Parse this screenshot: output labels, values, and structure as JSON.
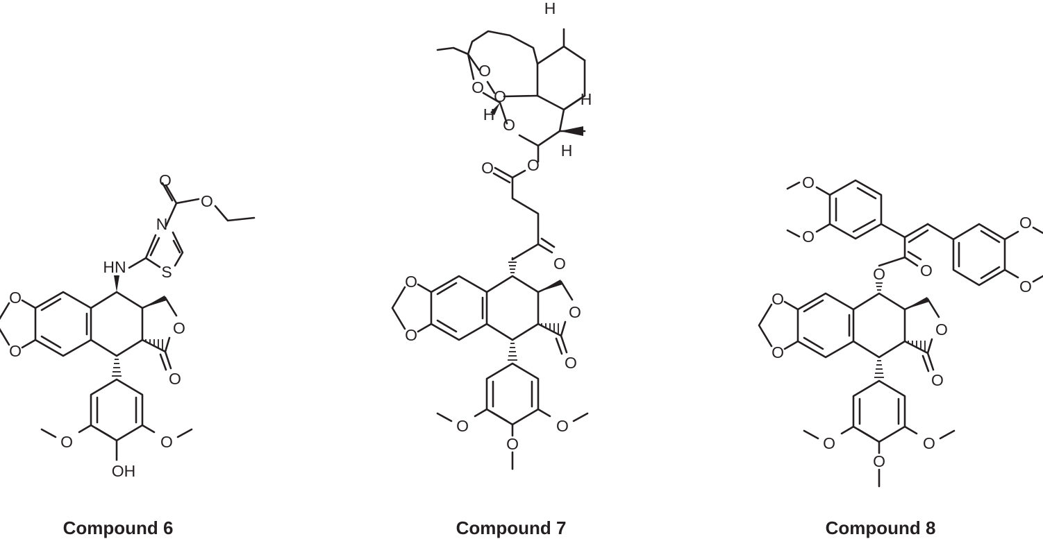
{
  "compounds": [
    {
      "caption": "Compound 6",
      "labels": {
        "o_carbonyl": "O",
        "o_ester": "O",
        "n_ring": "N",
        "s_ring": "S",
        "nh": "HN",
        "o_md_top": "O",
        "o_md_bot": "O",
        "o_lactone": "O",
        "o_lactone_co": "O",
        "o_ome_left": "O",
        "o_ome_right": "O",
        "oh": "OH"
      }
    },
    {
      "caption": "Compound 7",
      "labels": {
        "h_top": "H",
        "h_left": "H",
        "h_right": "H",
        "h_bottom": "H",
        "o_perox1": "O",
        "o_perox2": "O",
        "o_ring1": "O",
        "o_ring2": "O",
        "o_ester": "O",
        "o_ester_co": "O",
        "o_ketone": "O",
        "o_md_top": "O",
        "o_md_bot": "O",
        "o_lactone": "O",
        "o_lactone_co": "O",
        "o_ome_left": "O",
        "o_ome_right": "O",
        "o_ome_mid": "O"
      }
    },
    {
      "caption": "Compound 8",
      "labels": {
        "o_ome_a1": "O",
        "o_ome_a2": "O",
        "o_ome_b1": "O",
        "o_ome_b2": "O",
        "o_ester": "O",
        "o_ester_co": "O",
        "o_md_top": "O",
        "o_md_bot": "O",
        "o_lactone": "O",
        "o_lactone_co": "O",
        "o_ome_left": "O",
        "o_ome_right": "O",
        "o_ome_mid": "O"
      }
    }
  ]
}
